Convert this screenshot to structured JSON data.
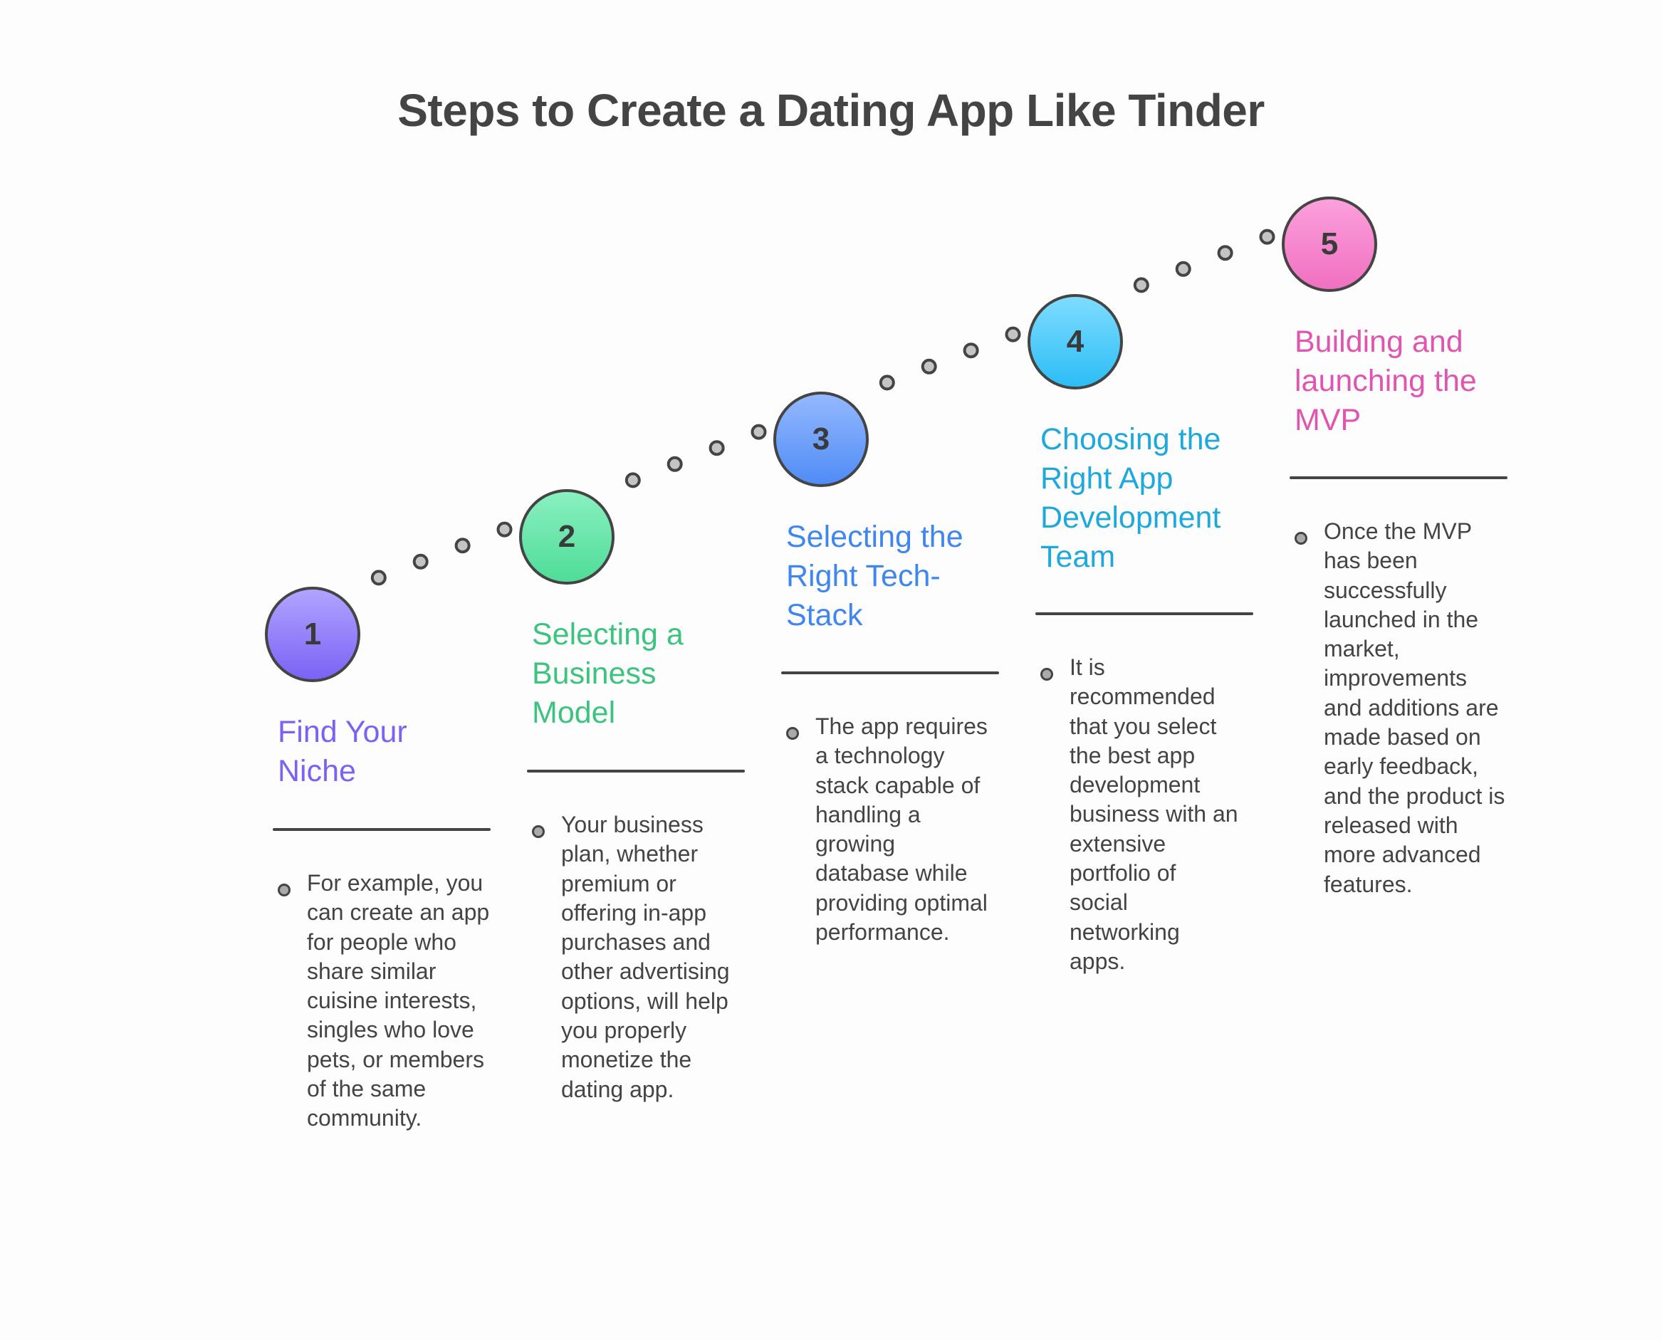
{
  "title": "Steps to Create a Dating App Like Tinder",
  "steps": [
    {
      "number": "1",
      "heading": "Find Your Niche",
      "color": "#7b62f5",
      "body": "For example, you can create an app for people who share similar cuisine interests, singles who love pets, or members of the same community."
    },
    {
      "number": "2",
      "heading": "Selecting a Business Model",
      "color": "#3cc47f",
      "body": "Your business plan, whether premium or offering in-app purchases and other advertising options, will help you properly monetize the dating app."
    },
    {
      "number": "3",
      "heading": "Selecting the Right Tech-Stack",
      "color": "#3f86ee",
      "body": "The app requires a technology stack capable of handling a growing database while providing optimal performance."
    },
    {
      "number": "4",
      "heading": "Choosing the Right App Development Team",
      "color": "#1ea8dc",
      "body": "It is recommended that you select the best app development business with an extensive portfolio of social networking apps."
    },
    {
      "number": "5",
      "heading": "Building and launching the MVP",
      "color": "#e055b0",
      "body": "Once the MVP has been successfully launched in the market, improvements and additions are made based on early feedback, and the product is released with more advanced features."
    }
  ]
}
